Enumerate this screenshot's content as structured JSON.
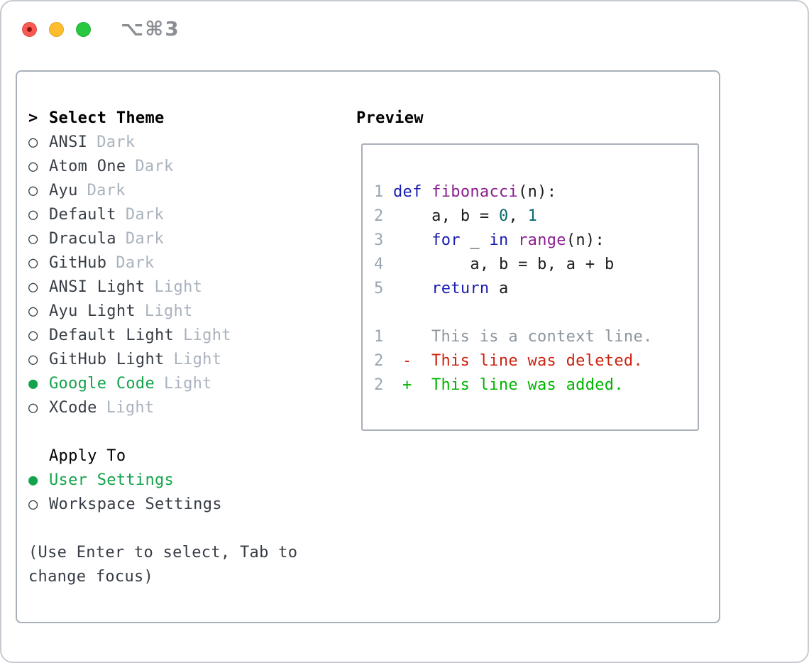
{
  "window": {
    "title": "⌥⌘3"
  },
  "titlebar": {
    "buttons": [
      "close",
      "minimize",
      "zoom"
    ]
  },
  "icons": {
    "focus_caret": ">",
    "radio_selected": "●",
    "radio_unselected": "○"
  },
  "theme_panel": {
    "header": "Select Theme",
    "themes": [
      {
        "name": "ANSI",
        "tag": "Dark",
        "selected": false
      },
      {
        "name": "Atom One",
        "tag": "Dark",
        "selected": false
      },
      {
        "name": "Ayu",
        "tag": "Dark",
        "selected": false
      },
      {
        "name": "Default",
        "tag": "Dark",
        "selected": false
      },
      {
        "name": "Dracula",
        "tag": "Dark",
        "selected": false
      },
      {
        "name": "GitHub",
        "tag": "Dark",
        "selected": false
      },
      {
        "name": "ANSI Light",
        "tag": "Light",
        "selected": false
      },
      {
        "name": "Ayu Light",
        "tag": "Light",
        "selected": false
      },
      {
        "name": "Default Light",
        "tag": "Light",
        "selected": false
      },
      {
        "name": "GitHub Light",
        "tag": "Light",
        "selected": false
      },
      {
        "name": "Google Code",
        "tag": "Light",
        "selected": true
      },
      {
        "name": "XCode",
        "tag": "Light",
        "selected": false
      }
    ],
    "apply_to": {
      "header": "Apply To",
      "options": [
        {
          "name": "User Settings",
          "selected": true
        },
        {
          "name": "Workspace Settings",
          "selected": false
        }
      ]
    },
    "help_text": "(Use Enter to select, Tab to change focus)"
  },
  "preview": {
    "header": "Preview",
    "code_lines": [
      {
        "num": "1",
        "segments": [
          {
            "t": "def",
            "c": "keyword"
          },
          {
            "t": " ",
            "c": "plain"
          },
          {
            "t": "fibonacci",
            "c": "function"
          },
          {
            "t": "(n):",
            "c": "plain"
          }
        ]
      },
      {
        "num": "2",
        "segments": [
          {
            "t": "    a, b = ",
            "c": "plain"
          },
          {
            "t": "0",
            "c": "literal"
          },
          {
            "t": ", ",
            "c": "plain"
          },
          {
            "t": "1",
            "c": "literal"
          }
        ]
      },
      {
        "num": "3",
        "segments": [
          {
            "t": "    ",
            "c": "plain"
          },
          {
            "t": "for",
            "c": "keyword"
          },
          {
            "t": " _ ",
            "c": "plain"
          },
          {
            "t": "in",
            "c": "keyword"
          },
          {
            "t": " ",
            "c": "plain"
          },
          {
            "t": "range",
            "c": "function"
          },
          {
            "t": "(n):",
            "c": "plain"
          }
        ]
      },
      {
        "num": "4",
        "segments": [
          {
            "t": "        a, b = b, a + b",
            "c": "plain"
          }
        ]
      },
      {
        "num": "5",
        "segments": [
          {
            "t": "    ",
            "c": "plain"
          },
          {
            "t": "return",
            "c": "keyword"
          },
          {
            "t": " a",
            "c": "plain"
          }
        ]
      }
    ],
    "diff_lines": [
      {
        "num": "1",
        "marker": "",
        "text": "This is a context line.",
        "type": "context"
      },
      {
        "num": "2",
        "marker": "-",
        "text": "This line was deleted.",
        "type": "deleted"
      },
      {
        "num": "2",
        "marker": "+",
        "text": "This line was added.",
        "type": "added"
      }
    ]
  },
  "colors": {
    "keyword": "#1a1db0",
    "function": "#8a1f8f",
    "literal": "#0b6b6b",
    "plain": "#1c1c1c",
    "line_number": "#9aa5b1",
    "context": "#8d969e",
    "deleted": "#cc2211",
    "added": "#00b400",
    "selected_green": "#14a34c",
    "muted": "#a9b2bd",
    "item_text": "#373d45",
    "panel_border": "#a9b0ba",
    "traffic_red": "#f95a51",
    "traffic_yellow": "#ffbd2e",
    "traffic_green": "#28c840"
  }
}
